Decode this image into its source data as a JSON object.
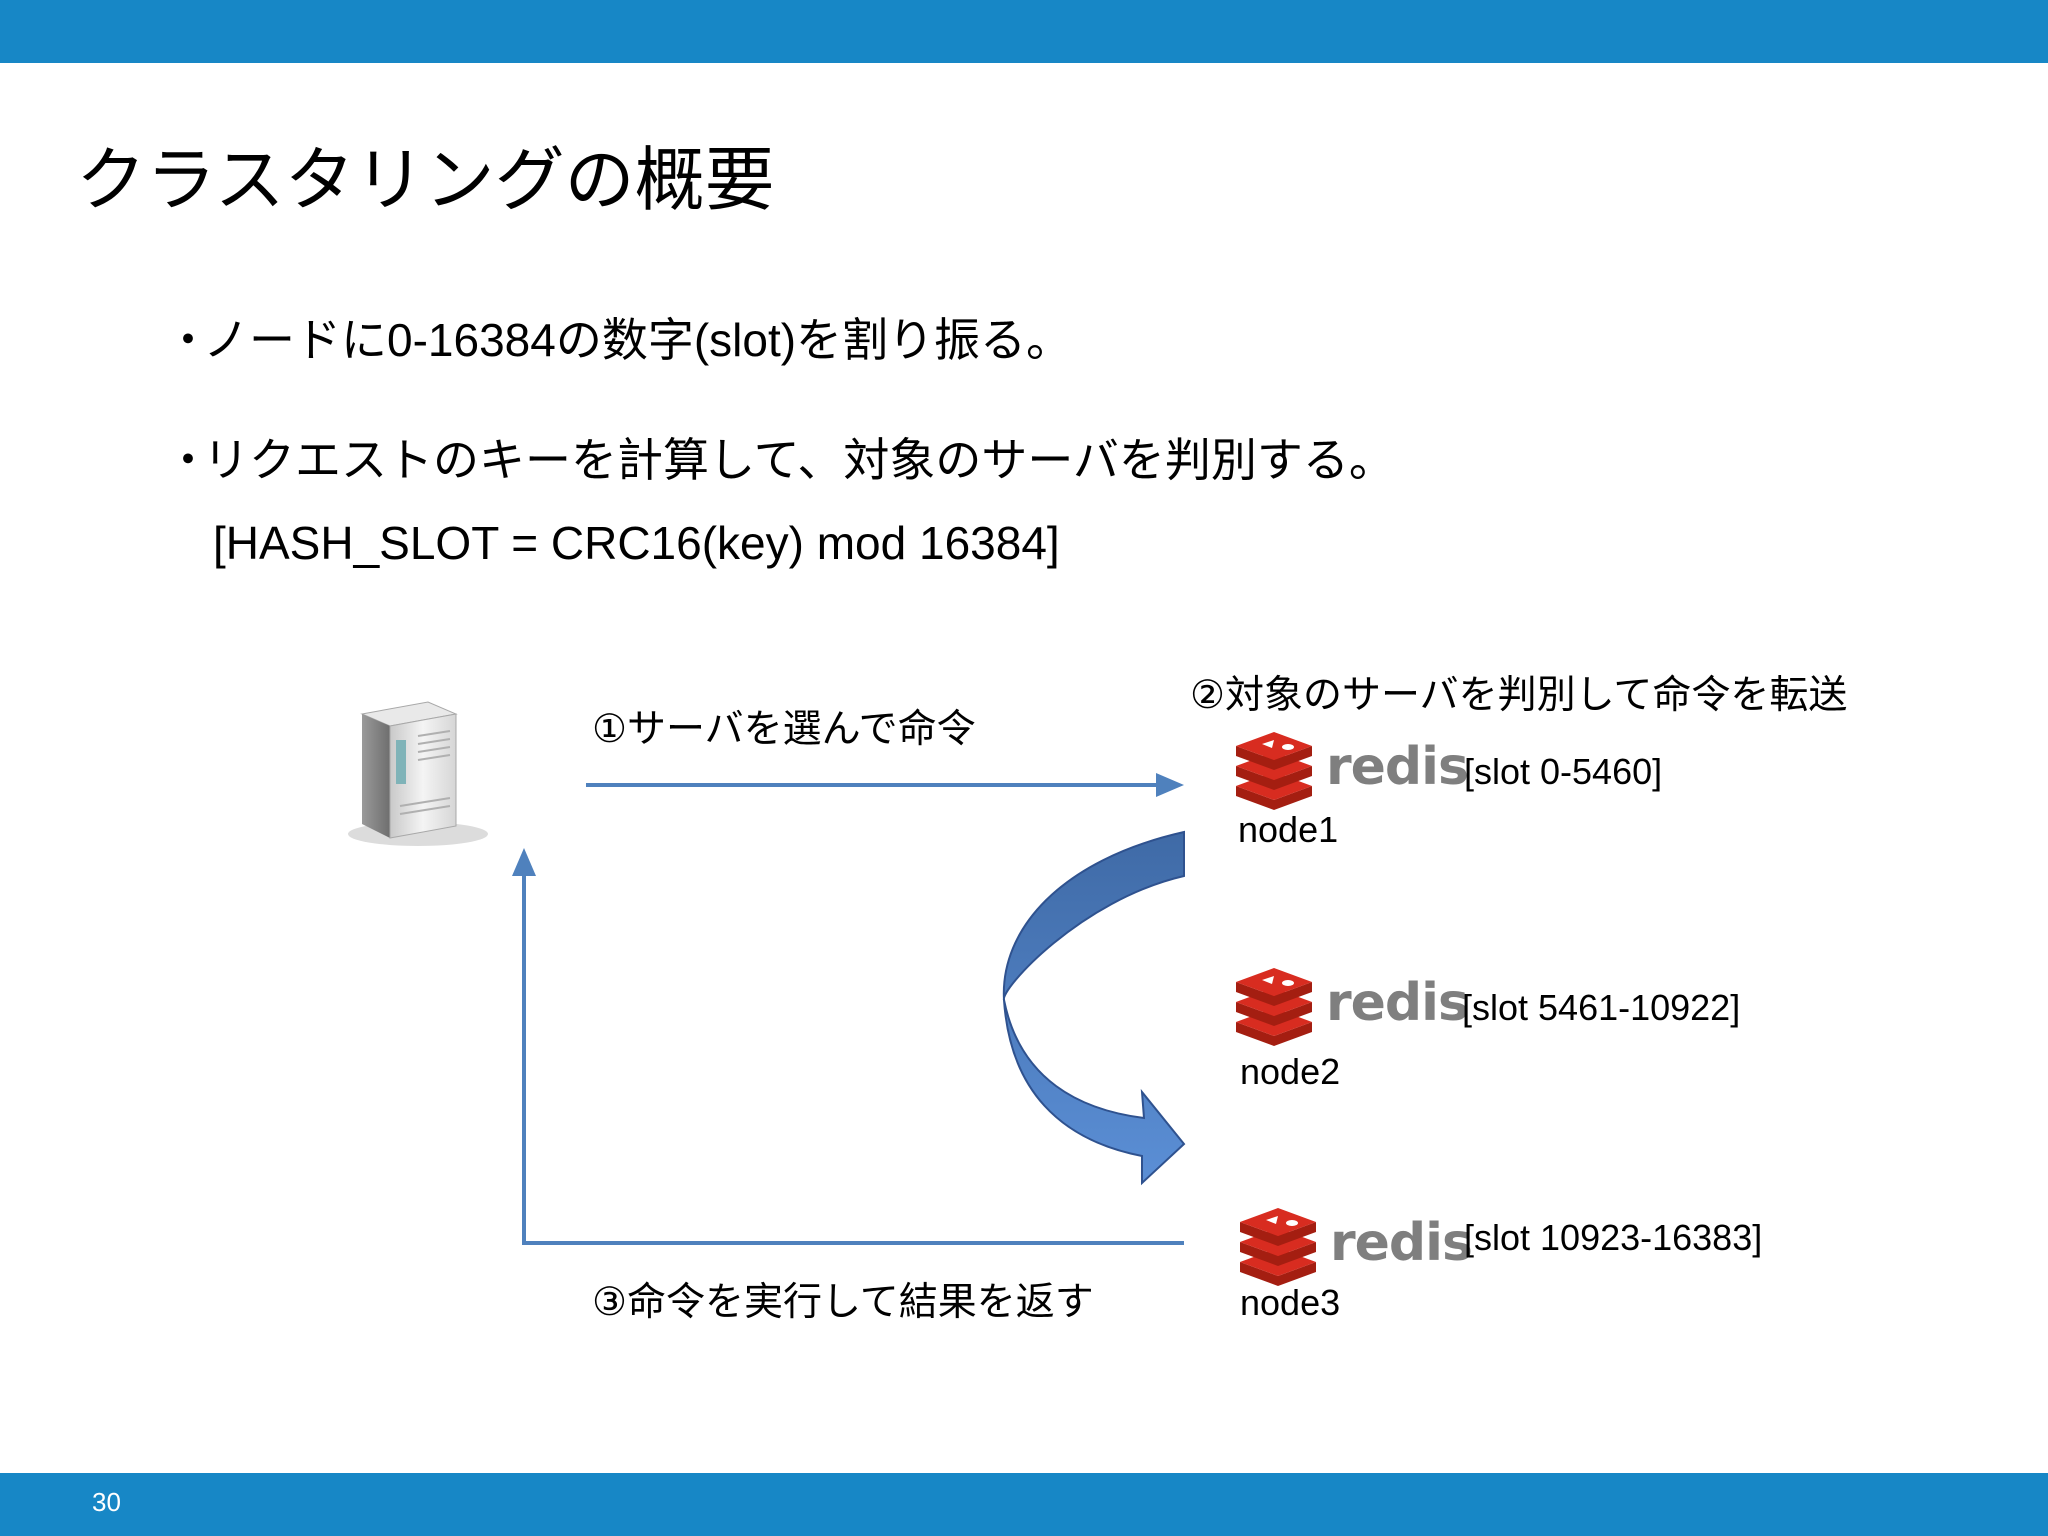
{
  "slide": {
    "title": "クラスタリングの概要",
    "page_number": "30",
    "accent_color": "#1787c6"
  },
  "bullets": [
    {
      "marker": "・",
      "text": "ノードに0-16384の数字(slot)を割り振る。"
    },
    {
      "marker": "・",
      "text": "リクエストのキーを計算して、対象のサーバを判別する。"
    }
  ],
  "formula": "[HASH_SLOT = CRC16(key) mod 16384]",
  "diagram": {
    "step1": "①サーバを選んで命令",
    "step2": "②対象のサーバを判別して命令を転送",
    "step3": "③命令を実行して結果を返す",
    "client_icon": "server-tower-icon",
    "arrow_color": "#4f81bd",
    "nodes": [
      {
        "logo_text": "redis",
        "slot": "[slot 0-5460]",
        "name": "node1"
      },
      {
        "logo_text": "redis",
        "slot": "[slot 5461-10922]",
        "name": "node2"
      },
      {
        "logo_text": "redis",
        "slot": "[slot 10923-16383]",
        "name": "node3"
      }
    ]
  }
}
